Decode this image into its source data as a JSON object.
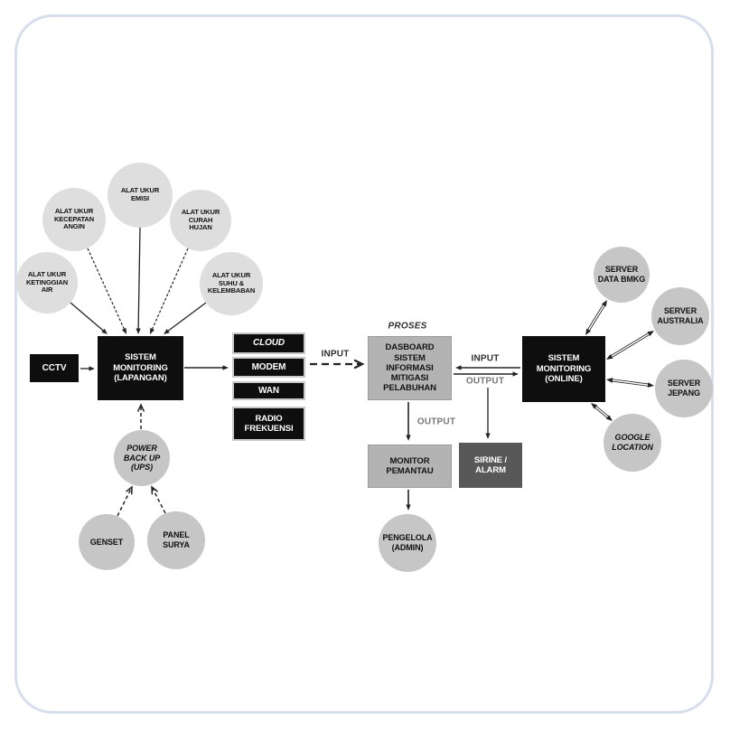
{
  "diagram": {
    "nodes": {
      "ketinggian": {
        "label": "ALAT UKUR\nKETINGGIAN\nAIR"
      },
      "kecepatan": {
        "label": "ALAT UKUR\nKECEPATAN\nANGIN"
      },
      "emisi": {
        "label": "ALAT UKUR\nEMISI"
      },
      "curah": {
        "label": "ALAT UKUR\nCURAH\nHUJAN"
      },
      "suhu": {
        "label": "ALAT UKUR\nSUHU &\nKELEMBABAN"
      },
      "cctv": {
        "label": "CCTV"
      },
      "lapangan": {
        "label": "SISTEM\nMONITORING\n(LAPANGAN)"
      },
      "power": {
        "label": "POWER\nBACK UP\n(UPS)"
      },
      "genset": {
        "label": "GENSET"
      },
      "panel": {
        "label": "PANEL\nSURYA"
      },
      "cloud": {
        "label": "CLOUD"
      },
      "modem": {
        "label": "MODEM"
      },
      "wan": {
        "label": "WAN"
      },
      "radio": {
        "label": "RADIO\nFREKUENSI"
      },
      "dasboard": {
        "label": "DASBOARD\nSISTEM\nINFORMASI\nMITIGASI\nPELABUHAN"
      },
      "monitor": {
        "label": "MONITOR\nPEMANTAU"
      },
      "sirine": {
        "label": "SIRINE /\nALARM"
      },
      "pengelola": {
        "label": "PENGELOLA\n(ADMIN)"
      },
      "online": {
        "label": "SISTEM\nMONITORING\n(ONLINE)"
      },
      "bmkg": {
        "label": "SERVER\nDATA BMKG"
      },
      "australia": {
        "label": "SERVER\nAUSTRALIA"
      },
      "jepang": {
        "label": "SERVER\nJEPANG"
      },
      "google": {
        "label": "GOOGLE\nLOCATION"
      }
    },
    "labels": {
      "proses": "PROSES",
      "input_left": "INPUT",
      "input_right": "INPUT",
      "output_right": "OUTPUT",
      "output_below": "OUTPUT"
    },
    "colors": {
      "frame_border": "#d8dfec",
      "node_black": "#0e0e0e",
      "node_gray": "#b3b3b3",
      "node_dark": "#585858",
      "circle_light": "#dedede",
      "circle_mid": "#c6c6c6",
      "line": "#232323",
      "label_dark": "#2f2f2f",
      "label_gray": "#777777"
    }
  }
}
